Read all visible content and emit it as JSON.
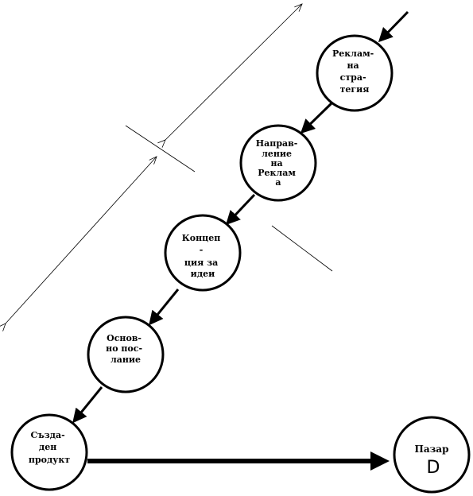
{
  "nodes": {
    "advertising_strategy": {
      "lines": [
        "Реклам-",
        "на",
        "стра-",
        "тегия"
      ]
    },
    "advertising_direction": {
      "lines": [
        "Направ-",
        "ление",
        "на",
        "Реклам",
        "а"
      ]
    },
    "idea_concept": {
      "lines": [
        "Концеп",
        "-",
        "ция  за",
        "идеи"
      ]
    },
    "main_message": {
      "lines": [
        "Основ-",
        "но  пос-",
        "лание"
      ]
    },
    "product_creation": {
      "lines": [
        "Създа-",
        "ден",
        "продукт"
      ]
    },
    "market": {
      "label": "Пазар",
      "letter": "D"
    }
  },
  "colors": {
    "stroke": "#000000",
    "fill": "#ffffff"
  }
}
